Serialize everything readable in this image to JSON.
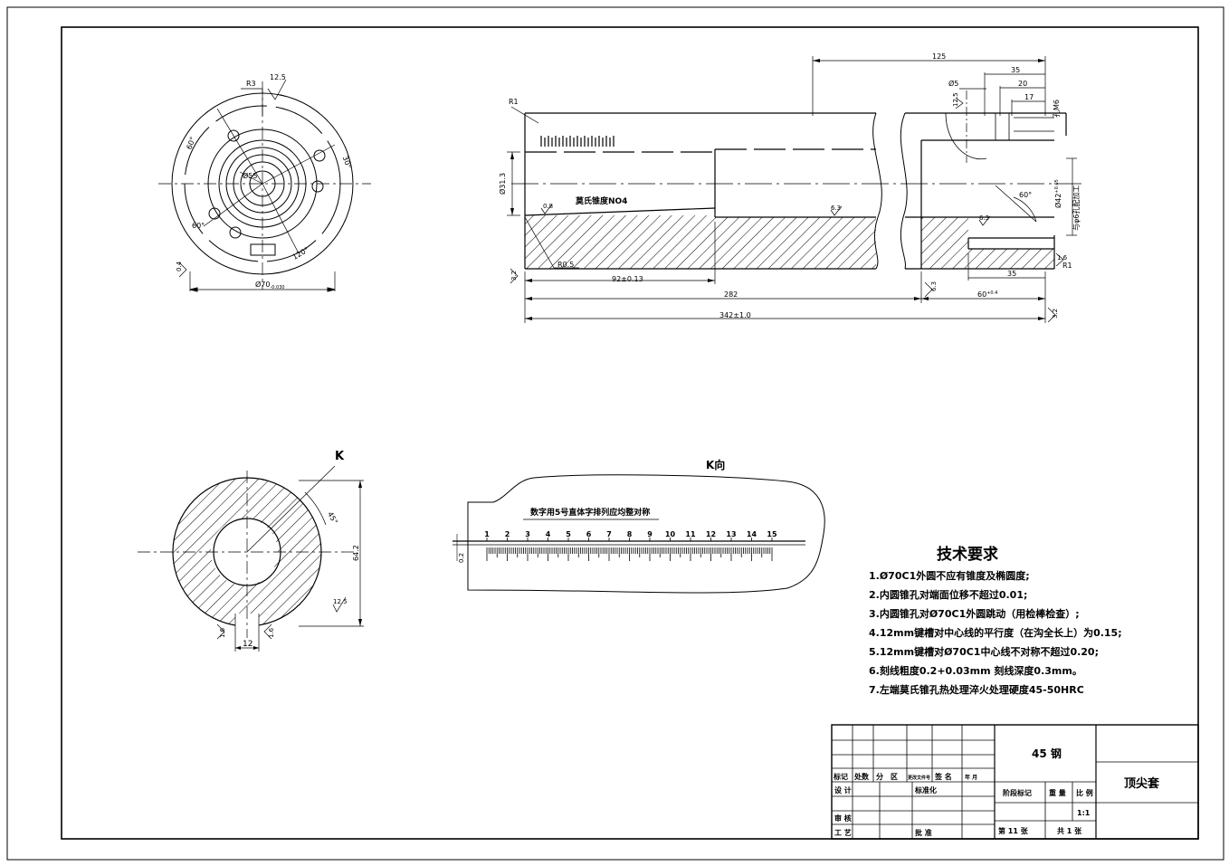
{
  "left_view": {
    "r3": "R3",
    "rough_top": "12.5",
    "ang_60_top": "60°",
    "ang_30": "30°",
    "ang_60_bot": "60°",
    "ang_120": "120°",
    "dia_55": "Ø55",
    "flat_04": "0.4",
    "dia_70": "Ø70",
    "dia_70_sub": "-0.030"
  },
  "main_view": {
    "r1": "R1",
    "dim_125": "125",
    "dim_35_top": "35",
    "dim_20": "20",
    "dim_17": "17",
    "dia_5": "Ø5",
    "rough_12_5": "12.5",
    "hole_label": "孔M6",
    "dia_31_3": "Ø31.3",
    "rough_0_8": "0.8",
    "morse": "莫氏锥度NO4",
    "rough_6_3a": "6.3",
    "ang_60": "60°",
    "dia_42": "Ø42",
    "dia_42_tol": "+0.05",
    "side_note": "与φ6孔配加工",
    "rough_6_3b": "6.3",
    "r05": "R0.5",
    "rough_3_2a": "3.2",
    "dim_92": "92±0.13",
    "dim_35_bot": "35",
    "rough_1_6": "1.6",
    "r1b": "R1",
    "rough_6_3c": "6.3",
    "dim_60": "60",
    "dim_60_tol": "+0.4",
    "dim_282": "282",
    "dim_342": "342±1.0",
    "rough_3_2b": "3.2"
  },
  "section_view": {
    "k_label": "K",
    "ang_45": "45°",
    "dim_64_2": "64.2",
    "rough_12_5": "12.5",
    "rough_1_6a": "1.6",
    "rough_1_6b": "1.6",
    "dim_12": "12"
  },
  "k_view": {
    "title": "K向",
    "note": "数字用5号直体字排列应均整对称",
    "scale_numbers": [
      "1",
      "2",
      "3",
      "4",
      "5",
      "6",
      "7",
      "8",
      "9",
      "10",
      "11",
      "12",
      "13",
      "14",
      "15"
    ],
    "dim_0_2": "0.2"
  },
  "tech": {
    "title": "技术要求",
    "items": [
      "1.Ø70C1外圆不应有锥度及椭圆度;",
      "2.内圆锥孔对端面位移不超过0.01;",
      "3.内圆锥孔对Ø70C1外圆跳动（用检棒检查）;",
      "4.12mm键槽对中心线的平行度（在沟全长上）为0.15;",
      "5.12mm键槽对Ø70C1中心线不对称不超过0.20;",
      "6.刻线粗度0.2+0.03mm 刻线深度0.3mm。",
      "7.左端莫氏锥孔热处理淬火处理硬度45-50HRC"
    ]
  },
  "title_block": {
    "material": "45 钢",
    "part_name": "顶尖套",
    "h_mark": "标记",
    "h_count": "处数",
    "h_zone": "分　区",
    "h_doc": "更改文件号",
    "h_sign": "签 名",
    "h_date": "年 月",
    "design": "设 计",
    "standard": "标准化",
    "review": "审 核",
    "process": "工 艺",
    "approve": "批 准",
    "stage": "阶段标记",
    "weight": "重 量",
    "ratio": "比 例",
    "ratio_val": "1:1",
    "sheet_no": "第 11 张",
    "sheet_total": "共 1 张"
  }
}
